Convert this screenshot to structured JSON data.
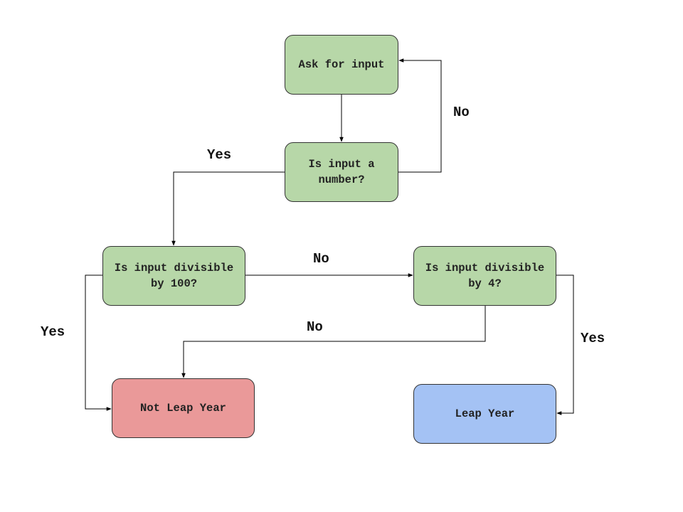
{
  "colors": {
    "process": "#b7d7a8",
    "negative": "#ea9999",
    "positive": "#a4c2f4",
    "stroke": "#333333",
    "connector": "#000000"
  },
  "nodes": {
    "ask_input": "Ask for input",
    "is_number": "Is input a number?",
    "div_100": "Is input divisible by 100?",
    "div_4": "Is input divisible by 4?",
    "not_leap": "Not Leap Year",
    "leap": "Leap Year"
  },
  "edges": {
    "number_no": "No",
    "number_yes": "Yes",
    "div100_no": "No",
    "div100_yes": "Yes",
    "div4_no": "No",
    "div4_yes": "Yes"
  }
}
